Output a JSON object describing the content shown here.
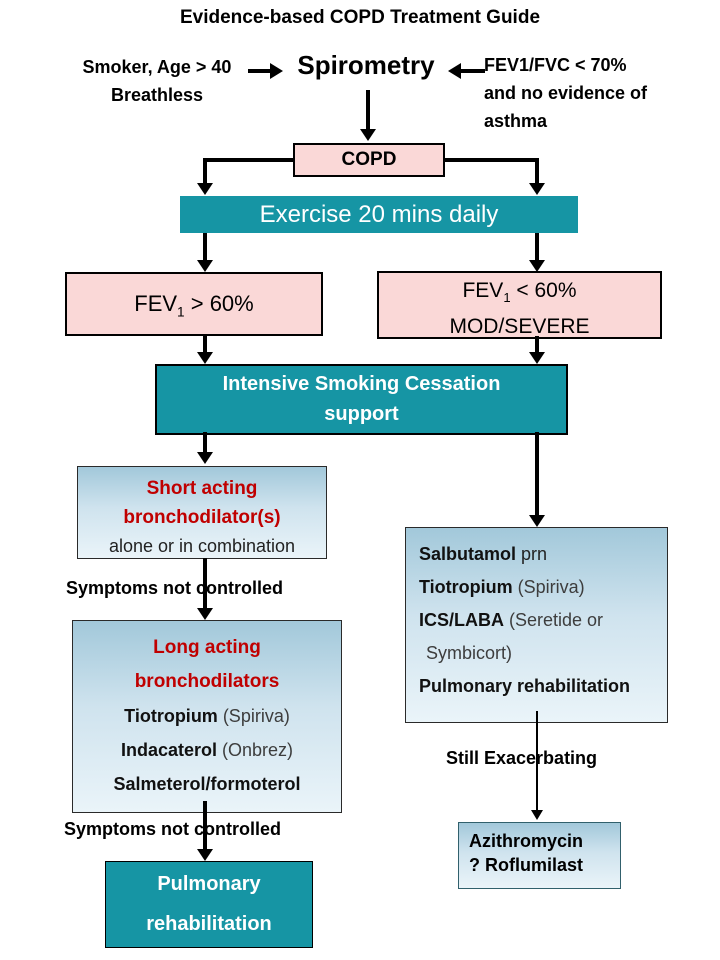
{
  "title": "Evidence-based COPD Treatment Guide",
  "colors": {
    "teal": "#1695a4",
    "pink": "#fad8d7",
    "gradient_top": "#a2c8da",
    "gradient_bottom": "#eaf4f9",
    "red_text": "#c00000",
    "arrow": "#000000"
  },
  "inputs": {
    "smoker": {
      "line1": "Smoker, Age > 40",
      "line2": "Breathless"
    },
    "spirometry": "Spirometry",
    "criteria": {
      "line1": "FEV1/FVC < 70%",
      "line2": "and no evidence of",
      "line3": "asthma"
    }
  },
  "nodes": {
    "copd": "COPD",
    "exercise": "Exercise 20 mins daily",
    "fev_high": {
      "prefix": "FEV",
      "sub": "1",
      "suffix": " > 60%"
    },
    "fev_low": {
      "prefix": "FEV",
      "sub": "1",
      "suffix": " < 60%",
      "line2": "MOD/SEVERE"
    },
    "smoking_cessation": {
      "line1": "Intensive Smoking Cessation",
      "line2": "support"
    },
    "short_acting": {
      "line1": "Short acting",
      "line2": "bronchodilator(s)",
      "line3": "alone or in combination"
    },
    "long_acting": {
      "line1": "Long acting",
      "line2": "bronchodilators",
      "items": [
        {
          "name": "Tiotropium",
          "rest": " (Spiriva)"
        },
        {
          "name": "Indacaterol",
          "rest": " (Onbrez)"
        },
        {
          "name": "Salmeterol/formoterol",
          "rest": ""
        }
      ]
    },
    "pulmonary_rehab": {
      "line1": "Pulmonary",
      "line2": "rehabilitation"
    },
    "severe_treatment": {
      "items": [
        {
          "name": "Salbutamol",
          "rest": " prn"
        },
        {
          "name": "Tiotropium",
          "rest": " (Spiriva)"
        },
        {
          "name": "ICS/LABA",
          "rest": " (Seretide or"
        },
        {
          "name": "",
          "rest": "Symbicort)"
        },
        {
          "name": "Pulmonary rehabilitation",
          "rest": ""
        }
      ]
    },
    "azithromycin": {
      "line1": "Azithromycin",
      "line2": "? Roflumilast"
    }
  },
  "labels": {
    "symptoms_not_controlled_1": "Symptoms not controlled",
    "symptoms_not_controlled_2": "Symptoms not controlled",
    "still_exacerbating": "Still Exacerbating"
  }
}
